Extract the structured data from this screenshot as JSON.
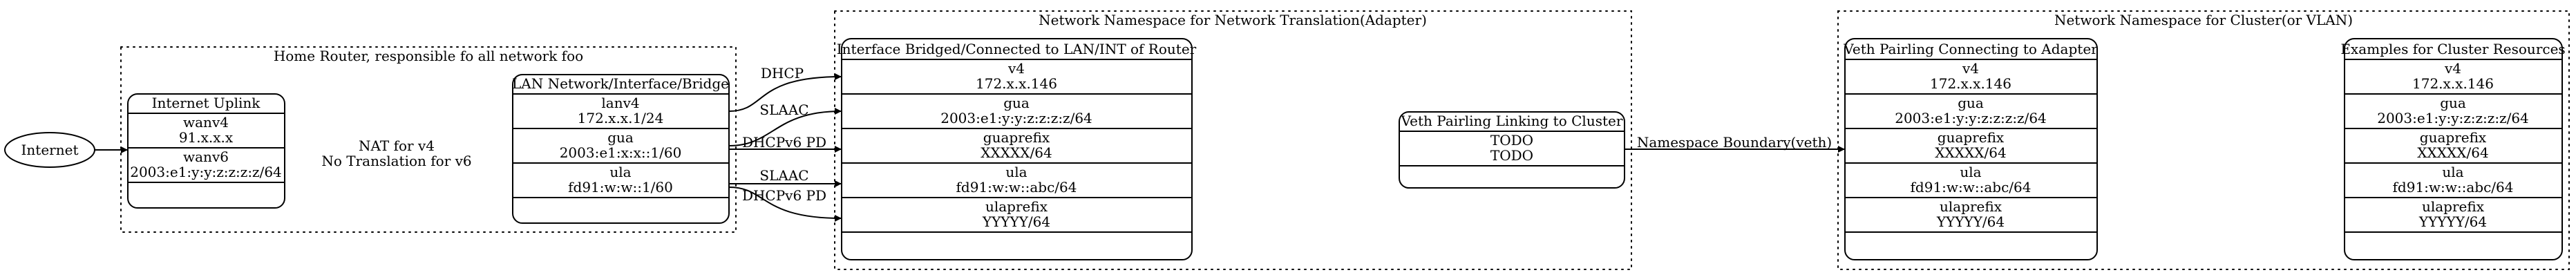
{
  "clusters": {
    "home_router": {
      "label": "Home Router, responsible fo all network foo"
    },
    "translation": {
      "label": "Network Namespace for Network Translation(Adapter)"
    },
    "cluster_vlan": {
      "label": "Network Namespace for Cluster(or VLAN)"
    }
  },
  "nodes": {
    "internet": {
      "label": "Internet"
    },
    "uplink": {
      "title": "Internet Uplink",
      "rows": [
        [
          "wanv4",
          "91.x.x.x"
        ],
        [
          "wanv6",
          "2003:e1:y:y:z:z:z:z/64"
        ]
      ]
    },
    "nat_note": {
      "lines": [
        "NAT for v4",
        "No Translation for v6"
      ]
    },
    "lan": {
      "title": "LAN Network/Interface/Bridge",
      "rows": [
        [
          "lanv4",
          "172.x.x.1/24"
        ],
        [
          "gua",
          "2003:e1:x:x::1/60"
        ],
        [
          "ula",
          "fd91:w:w::1/60"
        ]
      ]
    },
    "bridged": {
      "title": "Interface Bridged/Connected to LAN/INT of Router",
      "rows": [
        [
          "v4",
          "172.x.x.146"
        ],
        [
          "gua",
          "2003:e1:y:y:z:z:z:z/64"
        ],
        [
          "guaprefix",
          "XXXXX/64"
        ],
        [
          "ula",
          "fd91:w:w::abc/64"
        ],
        [
          "ulaprefix",
          "YYYYY/64"
        ]
      ]
    },
    "veth_link": {
      "title": "Veth Pairling Linking to Cluster",
      "rows": [
        [
          "TODO",
          "TODO"
        ]
      ]
    },
    "veth_pair": {
      "title": "Veth Pairling Connecting to Adapter",
      "rows": [
        [
          "v4",
          "172.x.x.146"
        ],
        [
          "gua",
          "2003:e1:y:y:z:z:z:z/64"
        ],
        [
          "guaprefix",
          "XXXXX/64"
        ],
        [
          "ula",
          "fd91:w:w::abc/64"
        ],
        [
          "ulaprefix",
          "YYYYY/64"
        ]
      ]
    },
    "examples": {
      "title": "Examples for Cluster Resources",
      "rows": [
        [
          "v4",
          "172.x.x.146"
        ],
        [
          "gua",
          "2003:e1:y:y:z:z:z:z/64"
        ],
        [
          "guaprefix",
          "XXXXX/64"
        ],
        [
          "ula",
          "fd91:w:w::abc/64"
        ],
        [
          "ulaprefix",
          "YYYYY/64"
        ]
      ]
    }
  },
  "edges": {
    "dhcp": "DHCP",
    "slaac_1": "SLAAC",
    "dhcpv6_pd_1": "DHCPv6 PD",
    "slaac_2": "SLAAC",
    "dhcpv6_pd_2": "DHCPv6 PD",
    "namespace_boundary": "Namespace Boundary(veth)"
  }
}
